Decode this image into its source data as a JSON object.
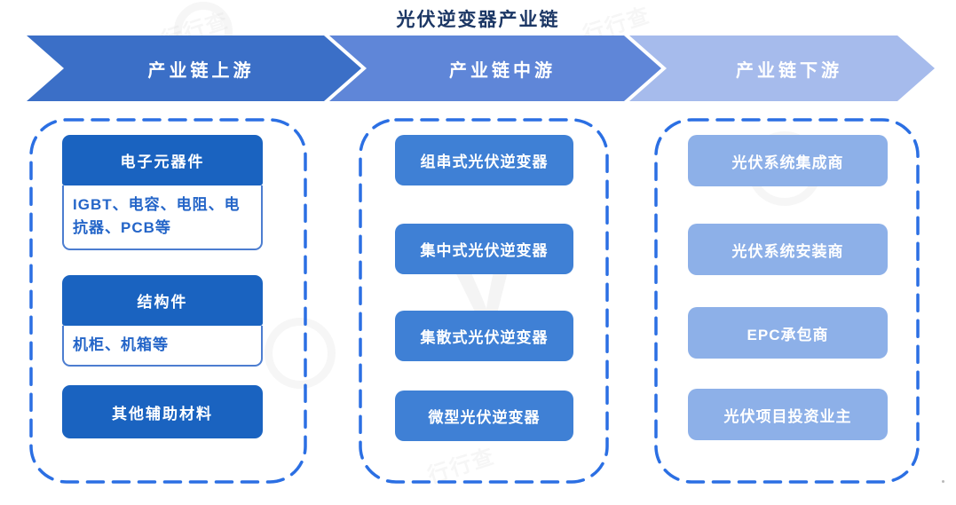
{
  "title": "光伏逆变器产业链",
  "colors": {
    "title_text": "#1C3765",
    "arrow_upstream": "#3B6FC7",
    "arrow_midstream": "#5F86D8",
    "arrow_downstream": "#A6BBEC",
    "upstream_header_box": "#1A63C0",
    "upstream_detail_border": "#4C7DD0",
    "upstream_detail_text": "#2465C8",
    "midstream_box": "#3F80D5",
    "downstream_box": "#8DB0E8",
    "dashed_border": "#2B6FE3",
    "box_text": "#ffffff"
  },
  "stages": [
    {
      "label": "产业链上游"
    },
    {
      "label": "产业链中游"
    },
    {
      "label": "产业链下游"
    }
  ],
  "columns": {
    "upstream": {
      "groups": [
        {
          "header": "电子元器件",
          "detail": "IGBT、电容、电阻、电抗器、PCB等"
        },
        {
          "header": "结构件",
          "detail": "机柜、机箱等"
        }
      ],
      "solo": "其他辅助材料"
    },
    "midstream": {
      "items": [
        "组串式光伏逆变器",
        "集中式光伏逆变器",
        "集散式光伏逆变器",
        "微型光伏逆变器"
      ]
    },
    "downstream": {
      "items": [
        "光伏系统集成商",
        "光伏系统安装商",
        "EPC承包商",
        "光伏项目投资业主"
      ]
    }
  },
  "watermark": {
    "logo_glyph": "V",
    "text": "行行查"
  }
}
